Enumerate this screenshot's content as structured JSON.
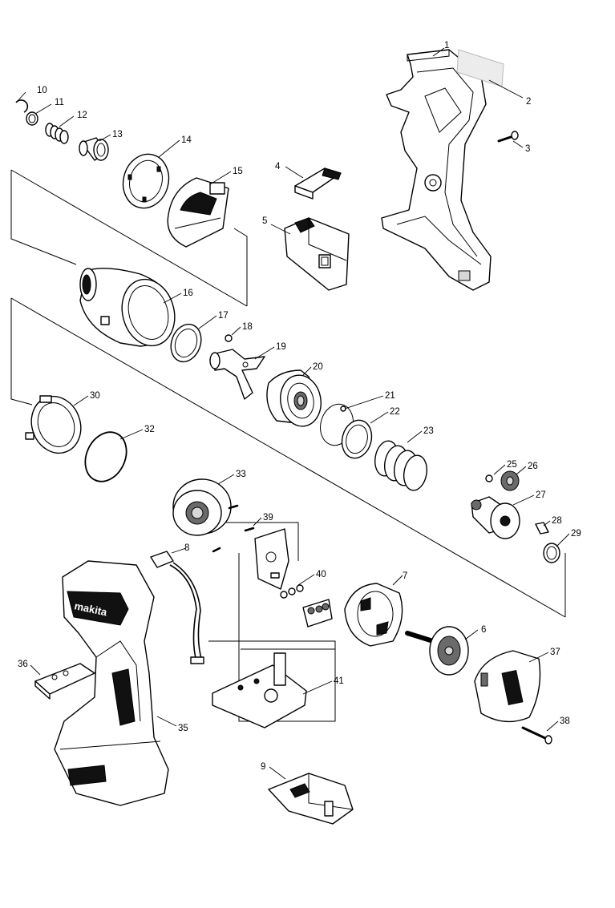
{
  "brand_text": "makita",
  "parts": [
    {
      "id": "p1",
      "number": "1"
    },
    {
      "id": "p2",
      "number": "2"
    },
    {
      "id": "p3",
      "number": "3"
    },
    {
      "id": "p4",
      "number": "4"
    },
    {
      "id": "p5",
      "number": "5"
    },
    {
      "id": "p6",
      "number": "6"
    },
    {
      "id": "p7",
      "number": "7"
    },
    {
      "id": "p8",
      "number": "8"
    },
    {
      "id": "p9",
      "number": "9"
    },
    {
      "id": "p10",
      "number": "10"
    },
    {
      "id": "p11",
      "number": "11"
    },
    {
      "id": "p12",
      "number": "12"
    },
    {
      "id": "p13",
      "number": "13"
    },
    {
      "id": "p14",
      "number": "14"
    },
    {
      "id": "p15",
      "number": "15"
    },
    {
      "id": "p16",
      "number": "16"
    },
    {
      "id": "p17",
      "number": "17"
    },
    {
      "id": "p18",
      "number": "18"
    },
    {
      "id": "p19",
      "number": "19"
    },
    {
      "id": "p20",
      "number": "20"
    },
    {
      "id": "p21",
      "number": "21"
    },
    {
      "id": "p22",
      "number": "22"
    },
    {
      "id": "p23",
      "number": "23"
    },
    {
      "id": "p25",
      "number": "25"
    },
    {
      "id": "p26",
      "number": "26"
    },
    {
      "id": "p27",
      "number": "27"
    },
    {
      "id": "p28",
      "number": "28"
    },
    {
      "id": "p29",
      "number": "29"
    },
    {
      "id": "p30",
      "number": "30"
    },
    {
      "id": "p32",
      "number": "32"
    },
    {
      "id": "p33",
      "number": "33"
    },
    {
      "id": "p35",
      "number": "35"
    },
    {
      "id": "p36",
      "number": "36"
    },
    {
      "id": "p37",
      "number": "37"
    },
    {
      "id": "p38",
      "number": "38"
    },
    {
      "id": "p39",
      "number": "39"
    },
    {
      "id": "p40",
      "number": "40"
    },
    {
      "id": "p41",
      "number": "41"
    }
  ]
}
